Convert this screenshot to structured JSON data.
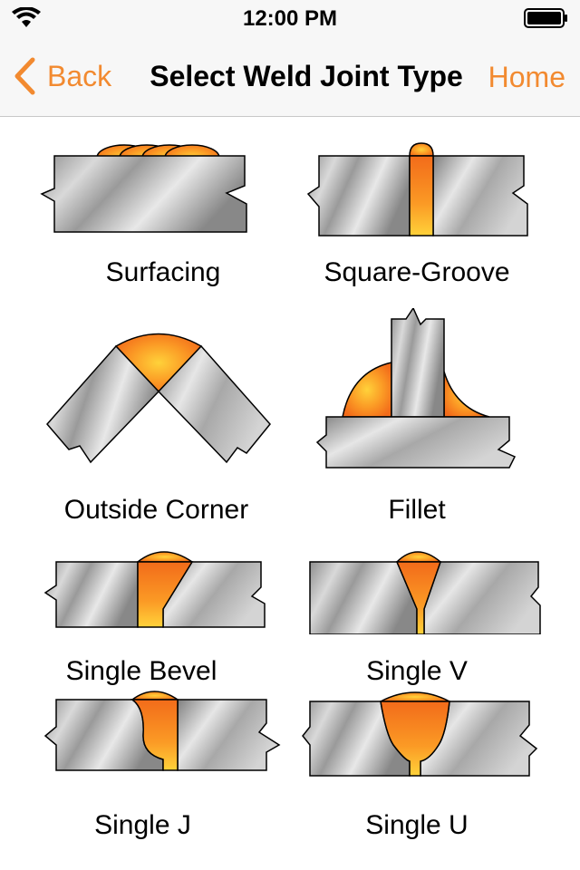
{
  "status_bar": {
    "time": "12:00 PM"
  },
  "nav": {
    "back_label": "Back",
    "title": "Select Weld Joint Type",
    "home_label": "Home"
  },
  "colors": {
    "accent": "#f28a30",
    "weld_outer": "#f26b1a",
    "weld_inner": "#ffd23a"
  },
  "joints": [
    {
      "label": "Surfacing"
    },
    {
      "label": "Square-Groove"
    },
    {
      "label": "Outside Corner"
    },
    {
      "label": "Fillet"
    },
    {
      "label": "Single Bevel"
    },
    {
      "label": "Single V"
    },
    {
      "label": "Single J"
    },
    {
      "label": "Single U"
    }
  ]
}
